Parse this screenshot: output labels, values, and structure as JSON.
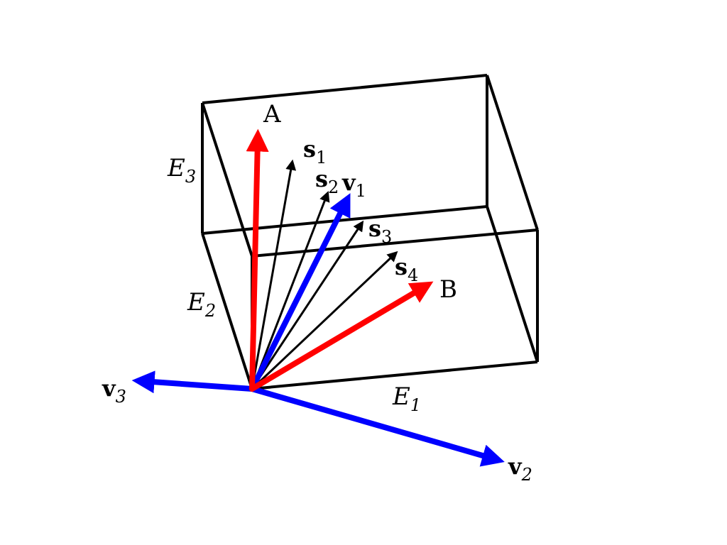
{
  "diagram": {
    "colors": {
      "box": "#000000",
      "red": "#ff0000",
      "blue": "#0000ff",
      "black": "#000000"
    },
    "box_axes": [
      {
        "id": "E1",
        "letter": "E",
        "sub": "1"
      },
      {
        "id": "E2",
        "letter": "E",
        "sub": "2"
      },
      {
        "id": "E3",
        "letter": "E",
        "sub": "3"
      }
    ],
    "vectors": [
      {
        "id": "A",
        "color": "red",
        "letter": "A",
        "sub": ""
      },
      {
        "id": "B",
        "color": "red",
        "letter": "B",
        "sub": ""
      },
      {
        "id": "v1",
        "color": "blue",
        "letter": "v",
        "sub": "1"
      },
      {
        "id": "v2",
        "color": "blue",
        "letter": "v",
        "sub": "2"
      },
      {
        "id": "v3",
        "color": "blue",
        "letter": "v",
        "sub": "3"
      },
      {
        "id": "s1",
        "color": "black",
        "letter": "s",
        "sub": "1"
      },
      {
        "id": "s2",
        "color": "black",
        "letter": "s",
        "sub": "2"
      },
      {
        "id": "s3",
        "color": "black",
        "letter": "s",
        "sub": "3"
      },
      {
        "id": "s4",
        "color": "black",
        "letter": "s",
        "sub": "4"
      }
    ]
  }
}
